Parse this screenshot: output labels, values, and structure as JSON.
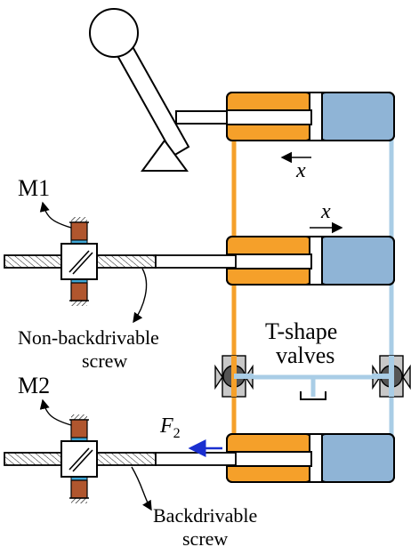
{
  "labels": {
    "m1": "M1",
    "m2": "M2",
    "x_top": "x",
    "x_mid": "x",
    "force_symbol": "F",
    "force_subscript": "2",
    "nonback_line1": "Non-backdrivable",
    "nonback_line2": "screw",
    "back_line1": "Backdrivable",
    "back_line2": "screw",
    "valves_line1": "T-shape",
    "valves_line2": "valves"
  },
  "colors": {
    "orange": "#f5a02a",
    "blue": "#8fb4d6",
    "light_blue_line": "#a9cde6",
    "motor_brown": "#b0562e",
    "motor_blue": "#3fa7d6",
    "arrow_blue": "#1a2fd0",
    "stroke": "#000000",
    "valve_gray": "#c8c8c8",
    "valve_dark": "#555555"
  },
  "icons": {
    "lever": "lever-handle-icon",
    "valve_left": "t-valve-icon",
    "valve_right": "t-valve-icon",
    "motor_top": "motor-icon",
    "motor_bottom": "motor-icon",
    "nut_top": "nut-icon",
    "nut_bottom": "nut-icon"
  }
}
